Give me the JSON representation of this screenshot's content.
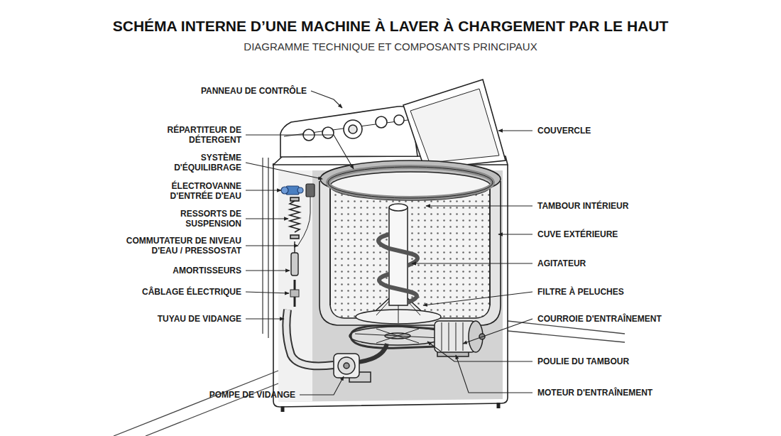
{
  "diagram": {
    "title": "SCHÉMA INTERNE D’UNE MACHINE À LAVER À CHARGEMENT PAR LE HAUT",
    "labels": [
      "DIAGRAMME TECHNIQUE ET COMPOSANTS PRINCIPAUX",
      "PANNEAU DE CONTRÔLE",
      "RÉPARTITEUR DE DÉTERGENT",
      "SYSTÈME D'ÉQUILIBRAGE",
      "ÉLECTROVANNE D'ENTRÉE D'EAU",
      "RESSORTS DE SUSPENSION",
      "COMMUTATEUR DE NIVEAU D'EAU / PRESSOSTAT",
      "AMORTISSEURS",
      "CÂBLAGE ÉLECTRIQUE",
      "TUYAU DE VIDANGE",
      "POMPE DE VIDANGE",
      "COUVERCLE",
      "TAMBOUR INTÉRIEUR",
      "CUVE EXTÉRIEURE",
      "AGITATEUR",
      "FILTRE À PELUCHES",
      "COURROIE D'ENTRAÎNEMENT",
      "POULIE DU TAMBOUR",
      "MOTEUR D'ENTRAÎNEMENT"
    ]
  }
}
